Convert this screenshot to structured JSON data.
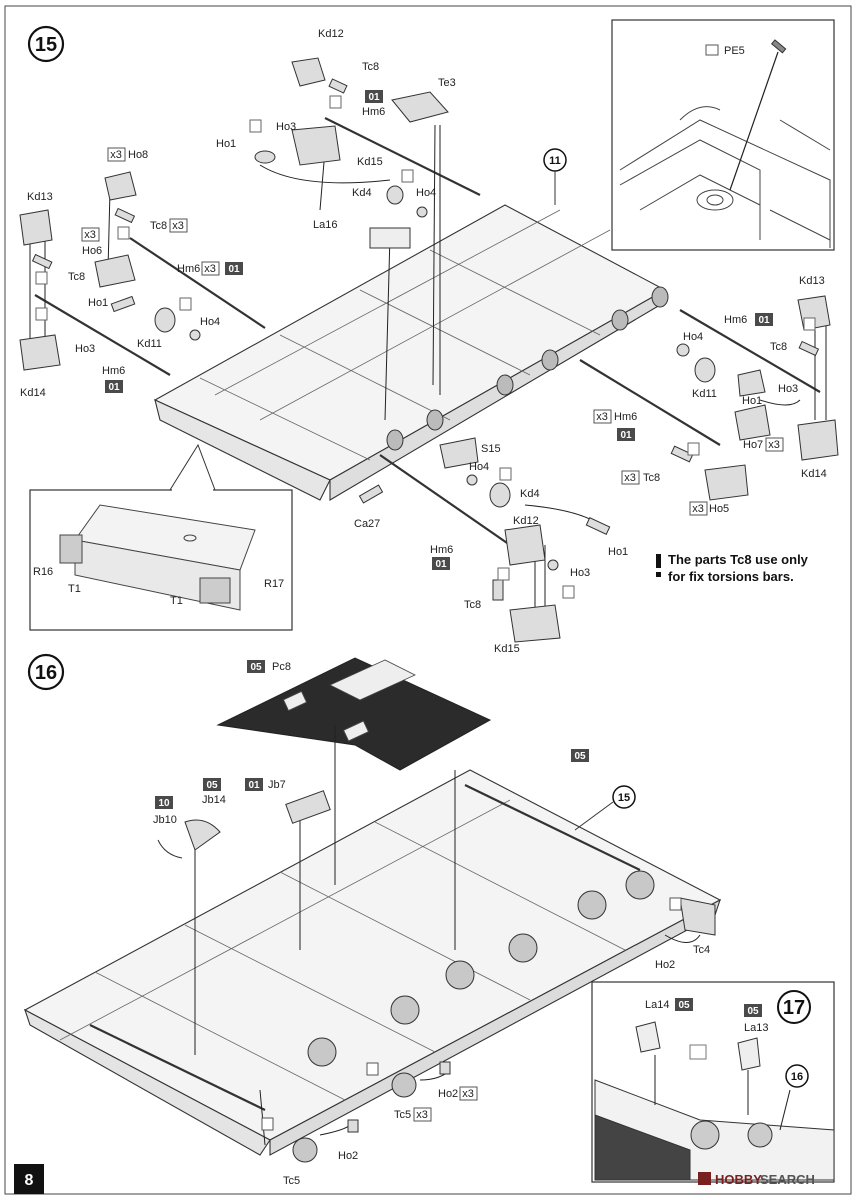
{
  "page_number": "8",
  "steps": {
    "s15": {
      "number": "15"
    },
    "s16": {
      "number": "16"
    },
    "s17": {
      "number": "17"
    }
  },
  "refs": {
    "r11": "11",
    "r15": "15",
    "r16": "16"
  },
  "note": {
    "line1": "The parts Tc8 use only",
    "line2": "for fix torsions bars."
  },
  "labels": {
    "pe5": "PE5",
    "kd12_top": "Kd12",
    "tc8_top": "Tc8",
    "sprue01_top": "01",
    "hm6_top": "Hm6",
    "te3": "Te3",
    "ho3_top": "Ho3",
    "ho1_top": "Ho1",
    "kd15_top": "Kd15",
    "kd4_top": "Kd4",
    "ho4_top": "Ho4",
    "ho8": "Ho8",
    "x3_ho8": "x3",
    "tc8_l": "Tc8",
    "x3_tc8_l": "x3",
    "kd13_l": "Kd13",
    "x3_ho6": "x3",
    "ho6": "Ho6",
    "tc8_l2": "Tc8",
    "hm6_l": "Hm6",
    "x3_hm6_l": "x3",
    "sprue01_l": "01",
    "la16": "La16",
    "ho1_l": "Ho1",
    "ho4_l": "Ho4",
    "kd11_l": "Kd11",
    "ho3_l": "Ho3",
    "hm6_l2": "Hm6",
    "sprue01_l2": "01",
    "kd14_l": "Kd14",
    "kd13_r": "Kd13",
    "tc8_r": "Tc8",
    "hm6_r": "Hm6",
    "sprue01_r": "01",
    "ho4_r": "Ho4",
    "kd11_r": "Kd11",
    "ho1_r": "Ho1",
    "ho3_r": "Ho3",
    "x3_hm6_r": "x3",
    "hm6_r2": "Hm6",
    "sprue01_r2": "01",
    "ho7": "Ho7",
    "x3_ho7": "x3",
    "kd14_r": "Kd14",
    "x3_tc8_r": "x3",
    "tc8_r2": "Tc8",
    "x3_ho5": "x3",
    "ho5": "Ho5",
    "s15": "S15",
    "ho4_b": "Ho4",
    "kd4_b": "Kd4",
    "ca27": "Ca27",
    "kd12_b": "Kd12",
    "ho1_b": "Ho1",
    "hm6_b": "Hm6",
    "sprue01_b": "01",
    "ho3_b": "Ho3",
    "tc8_b": "Tc8",
    "kd15_b": "Kd15",
    "r16": "R16",
    "t1_a": "T1",
    "r17": "R17",
    "t1_b": "T1",
    "sprue05_pc8": "05",
    "pc8": "Pc8",
    "sprue05_top16": "05",
    "sprue05_jb14": "05",
    "jb14": "Jb14",
    "sprue10": "10",
    "jb10": "Jb10",
    "sprue01_jb7": "01",
    "jb7": "Jb7",
    "ho2_r": "Ho2",
    "tc4": "Tc4",
    "ho2_b": "Ho2",
    "x3_ho2": "x3",
    "tc5_a": "Tc5",
    "x3_tc5": "x3",
    "ho2_c": "Ho2",
    "tc5_b": "Tc5",
    "la14": "La14",
    "sprue05_la14": "05",
    "sprue05_la13": "05",
    "la13": "La13"
  },
  "watermark": {
    "brand": "HOBBY",
    "rest": "SEARCH"
  },
  "colors": {
    "sprue_badge": "#4a4a4a",
    "line": "#333333",
    "plate": "#2b2b2b"
  }
}
